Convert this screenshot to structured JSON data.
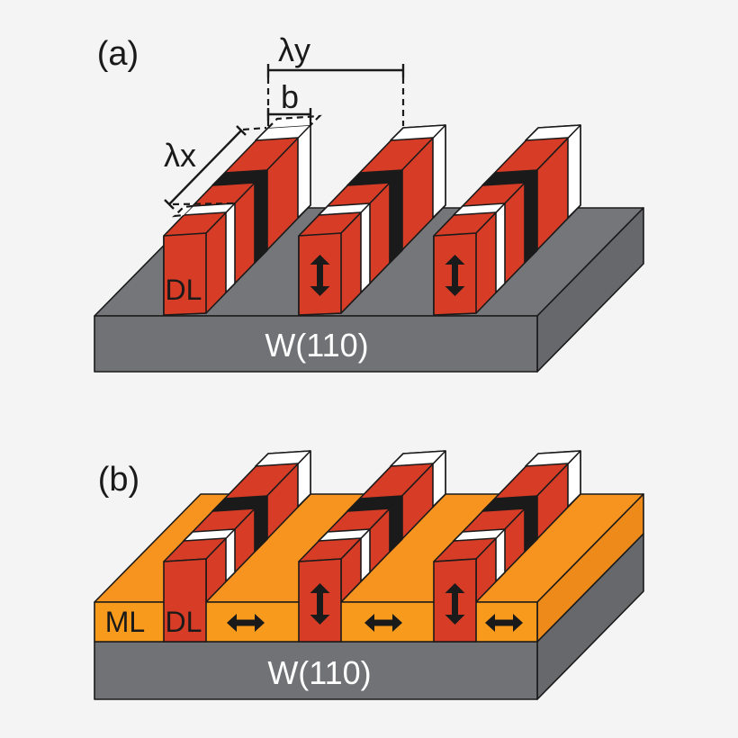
{
  "figure": {
    "colors": {
      "background": "#f4f4f5",
      "stripe_red": "#d63c26",
      "monolayer_orange_top": "#f79420",
      "monolayer_orange_front": "#f89b1c",
      "monolayer_orange_side": "#ee8a1a",
      "substrate_gray_top": "#75767a",
      "substrate_gray_front": "#717276",
      "substrate_gray_side": "#66686c",
      "domain_black": "#1a1a1a",
      "domain_white": "#ffffff",
      "outline": "#1a1a1a"
    },
    "panel_a": {
      "label": "(a)",
      "period_across_stripes_label": "λy",
      "stripe_width_label": "b",
      "period_along_stripe_label": "λx",
      "double_layer_label": "DL",
      "substrate_label": "W(110)"
    },
    "panel_b": {
      "label": "(b)",
      "monolayer_label": "ML",
      "double_layer_label": "DL",
      "substrate_label": "W(110)"
    }
  }
}
